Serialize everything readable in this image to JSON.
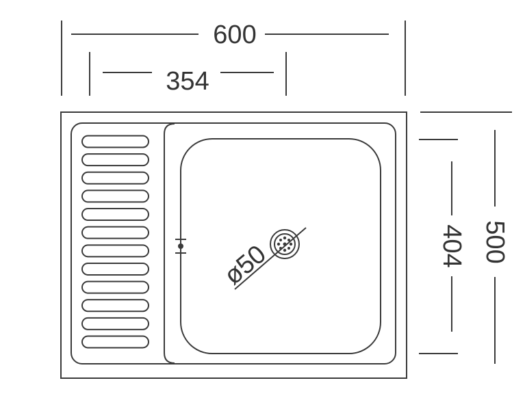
{
  "dimensions": {
    "total_width": "600",
    "drainer_width": "354",
    "total_depth": "500",
    "bowl_depth": "404",
    "drain_diameter": "ø50"
  },
  "drainer_ribs": 12,
  "colors": {
    "line": "#3a3a3a",
    "text": "#333333",
    "background": "#ffffff"
  }
}
